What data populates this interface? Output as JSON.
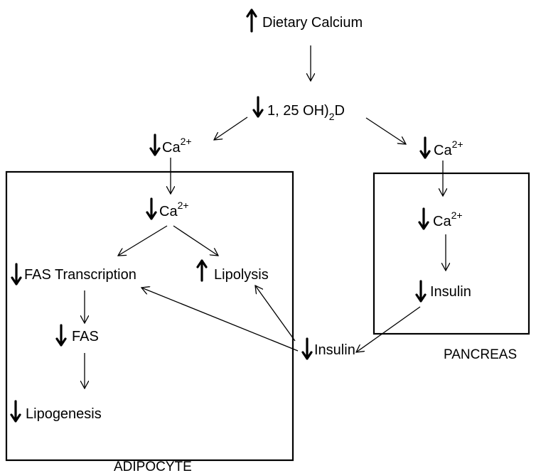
{
  "colors": {
    "ink": "#000000",
    "background": "#ffffff"
  },
  "nodes": {
    "dietary_calcium": {
      "arrow": "up",
      "text": "Dietary Calcium"
    },
    "vitamin_d": {
      "arrow": "down",
      "text": "1, 25 OH)",
      "sub": "2",
      "suffix": "D"
    },
    "ca_left": {
      "arrow": "down",
      "text": "Ca",
      "sup": "2+"
    },
    "ca_right": {
      "arrow": "down",
      "text": "Ca",
      "sup": "2+"
    },
    "ca_adipocyte": {
      "arrow": "down",
      "text": "Ca",
      "sup": "2+"
    },
    "fas_transcription": {
      "arrow": "down",
      "text": "FAS Transcription"
    },
    "lipolysis": {
      "arrow": "up",
      "text": "Lipolysis"
    },
    "fas": {
      "arrow": "down",
      "text": "FAS"
    },
    "lipogenesis": {
      "arrow": "down",
      "text": "Lipogenesis"
    },
    "ca_pancreas": {
      "arrow": "down",
      "text": "Ca",
      "sup": "2+"
    },
    "insulin_pancreas": {
      "arrow": "down",
      "text": "Insulin"
    },
    "insulin_circulating": {
      "arrow": "down",
      "text": "Insulin"
    }
  },
  "compartments": {
    "adipocyte": "ADIPOCYTE",
    "pancreas": "PANCREAS"
  }
}
